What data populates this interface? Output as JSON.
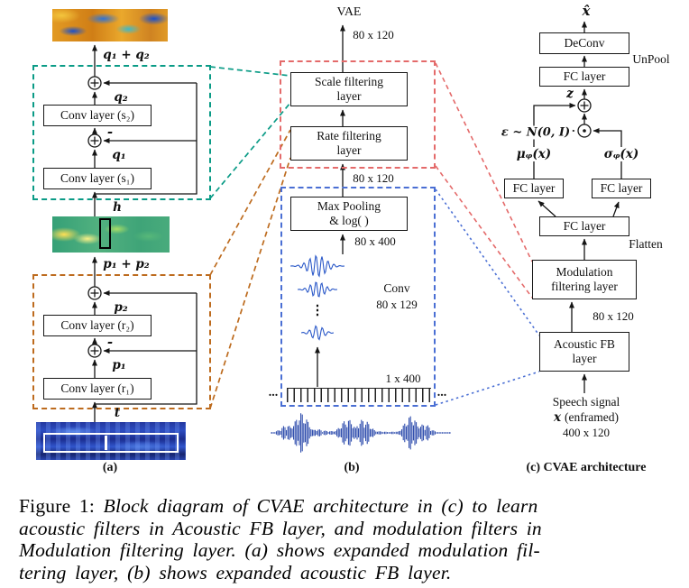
{
  "colors": {
    "teal": "#0a9b86",
    "orange": "#bd6b1e",
    "red": "#e46a6a",
    "blue": "#4a6fd4"
  },
  "panel_a": {
    "label": "(a)",
    "sum_q": "q₁ + q₂",
    "q2": "q₂",
    "q1": "q₁",
    "minus_top": "-",
    "conv_s2": "Conv layer (s₂)",
    "conv_s1": "Conv layer (s₁)",
    "h": "h",
    "sum_p": "p₁ + p₂",
    "p2": "p₂",
    "p1": "p₁",
    "minus_bottom": "-",
    "conv_r2": "Conv layer (r₂)",
    "conv_r1": "Conv layer (r₁)",
    "t": "t"
  },
  "panel_b": {
    "label": "(b)",
    "vae": "VAE",
    "dim_top": "80 x 120",
    "scale_l1": "Scale filtering",
    "scale_l2": "layer",
    "rate_l1": "Rate filtering",
    "rate_l2": "layer",
    "dim_mid": "80 x 120",
    "pool_l1": "Max Pooling",
    "pool_l2": "& log( )",
    "dim_conv_out": "80 x 400",
    "conv": "Conv",
    "conv_dim": "80 x 129",
    "vdots": "⋮",
    "frame_dim": "1 x 400",
    "dots_left": "...",
    "dots_right": "..."
  },
  "panel_c": {
    "label": "(c) CVAE architecture",
    "x_hat": "x̂",
    "deconv": "DeConv",
    "unpool": "UnPool",
    "fc_top": "FC layer",
    "z": "z",
    "eps": "ε ~ N(0, I)",
    "mu": "μᵩ(x)",
    "sigma": "σᵩ(x)",
    "fc_mu": "FC layer",
    "fc_sigma": "FC layer",
    "fc_mid": "FC layer",
    "flatten": "Flatten",
    "mod_l1": "Modulation",
    "mod_l2": "filtering layer",
    "dim_mid": "80 x 120",
    "ac_l1": "Acoustic FB",
    "ac_l2": "layer",
    "speech_l1": "Speech signal",
    "speech_x": "x",
    "speech_rest": "(enframed)",
    "speech_dim": "400 x 120"
  },
  "caption": {
    "label": "Figure 1:",
    "line1": " Block diagram of CVAE architecture in (c) to learn",
    "line2": "acoustic filters in Acoustic FB layer, and modulation filters in",
    "line3": "Modulation filtering layer. (a) shows expanded modulation fil-",
    "line4": "tering layer, (b) shows expanded acoustic FB layer."
  }
}
